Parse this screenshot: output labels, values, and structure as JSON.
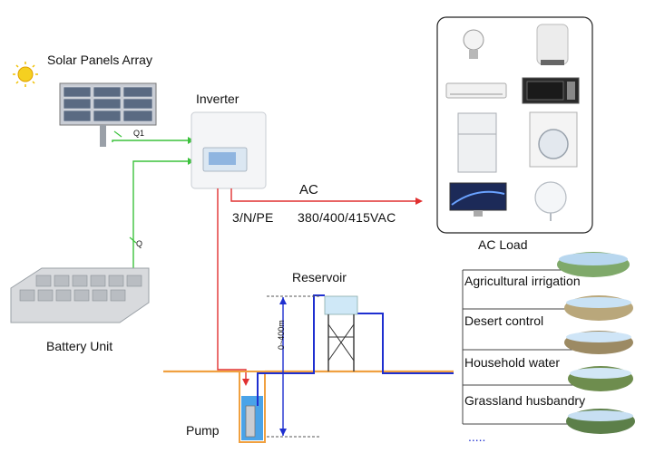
{
  "labels": {
    "solar_panels": "Solar Panels Array",
    "inverter": "Inverter",
    "battery": "Battery Unit",
    "pump": "Pump",
    "reservoir": "Reservoir",
    "ac_load": "AC Load",
    "ac": "AC",
    "phase": "3/N/PE",
    "voltage": "380/400/415VAC",
    "switch_q1": "Q1",
    "switch_q": "Q",
    "depth": "0~400m"
  },
  "water_uses": [
    "Agricultural irrigation",
    "Desert control",
    "Household water",
    "Grassland husbandry"
  ],
  "more": ".....",
  "ac_appliances": [
    "light-bulb-icon",
    "water-heater-icon",
    "air-conditioner-icon",
    "microwave-icon",
    "refrigerator-icon",
    "washing-machine-icon",
    "monitor-icon",
    "fan-icon"
  ],
  "colors": {
    "dc_line": "#3cc23c",
    "ac_line": "#e03030",
    "water_pipe": "#1e2fd0",
    "ground": "#f0a040"
  }
}
